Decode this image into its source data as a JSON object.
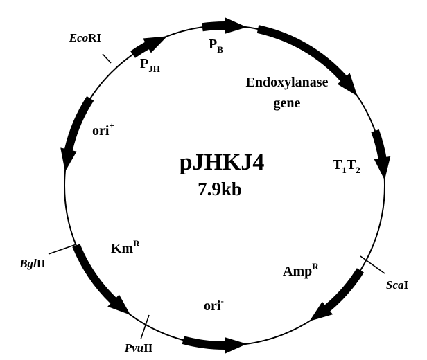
{
  "plasmid": {
    "name": "pJHKJ4",
    "size": "7.9kb"
  },
  "colors": {
    "ink": "#000000",
    "background": "#ffffff"
  },
  "features": {
    "p_jh": {
      "main": "P",
      "sub": "JH"
    },
    "p_b": {
      "main": "P",
      "sub": "B"
    },
    "endoxylanase_line1": "Endoxylanase",
    "endoxylanase_line2": "gene",
    "t1t2": {
      "t": "T",
      "one": "1",
      "t2": "T",
      "two": "2"
    },
    "amp": {
      "main": "Amp",
      "sup": "R"
    },
    "ori_minus": {
      "main": "ori",
      "sup": "-"
    },
    "km": {
      "main": "Km",
      "sup": "R"
    },
    "ori_plus": {
      "main": "ori",
      "sup": "+"
    }
  },
  "sites": {
    "ecori": {
      "italic": "Eco",
      "rest": "RI"
    },
    "bglii": {
      "italic": "Bgl",
      "rest": "II"
    },
    "pvuii": {
      "italic": "Pvu",
      "rest": "II"
    },
    "scai": {
      "italic": "Sca",
      "rest": "I"
    }
  }
}
